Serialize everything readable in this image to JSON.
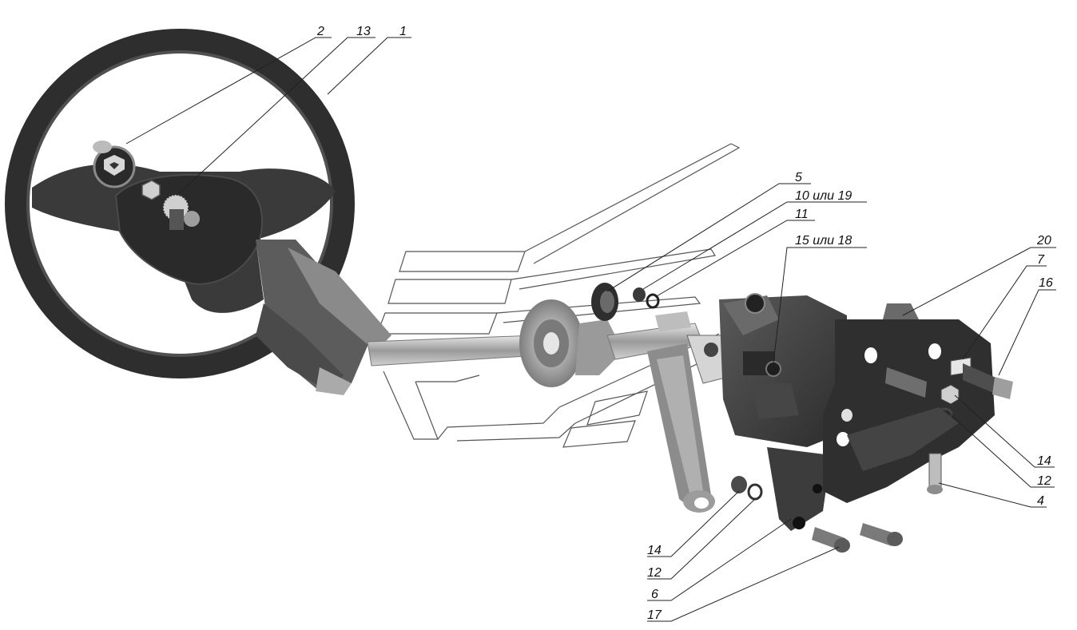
{
  "labels": {
    "l1": "1",
    "l2": "2",
    "l13": "13",
    "l5": "5",
    "l10_19": "10 или 19",
    "l11": "11",
    "l15_18": "15 или 18",
    "l20": "20",
    "l7": "7",
    "l16": "16",
    "l14a": "14",
    "l12a": "12",
    "l4": "4",
    "l14b": "14",
    "l12b": "12",
    "l6": "6",
    "l17": "17"
  },
  "colors": {
    "dark_metal": "#3a3a3a",
    "mid_metal": "#6e6e6e",
    "light_metal": "#bdbdbd",
    "wheel": "#2e2e2e"
  },
  "icons": {
    "logo": "gaz-deer-emblem"
  }
}
